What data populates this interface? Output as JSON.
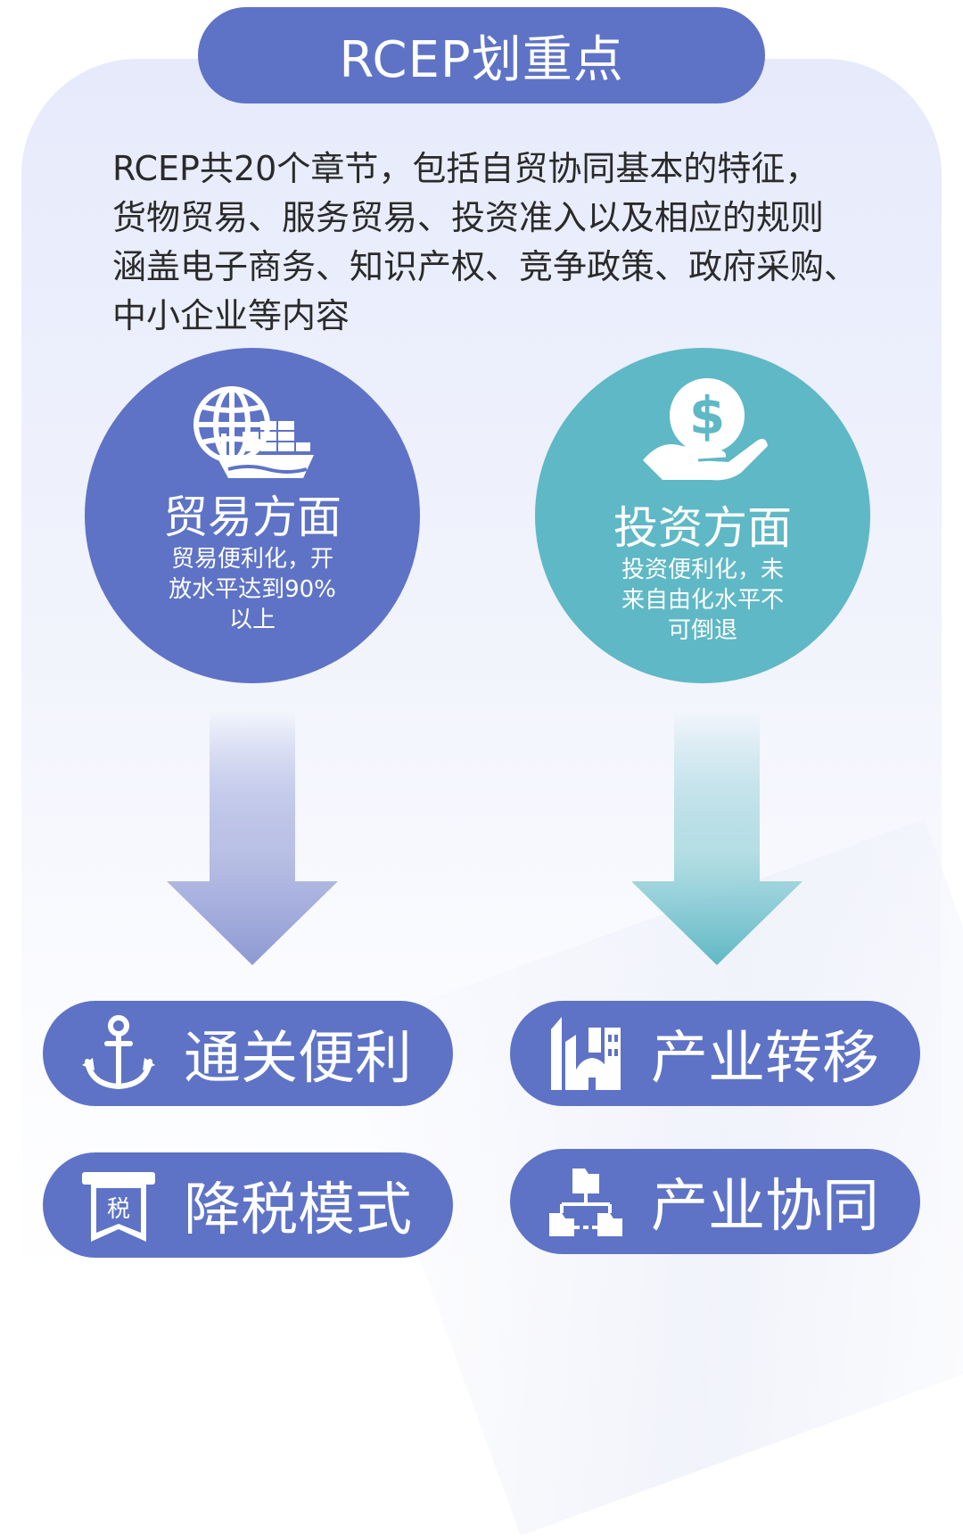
{
  "title": "RCEP划重点",
  "intro_lines": [
    "RCEP共20个章节，包括自贸协同基本的特征，",
    "货物贸易、服务贸易、投资准入以及相应的规则",
    "涵盖电子商务、知识产权、竞争政策、政府采购、",
    "中小企业等内容"
  ],
  "trade": {
    "title": "贸易方面",
    "desc_lines": [
      "贸易便利化，开",
      "放水平达到90%",
      "以上"
    ]
  },
  "investment": {
    "title": "投资方面",
    "desc_lines": [
      "投资便利化，未",
      "来自由化水平不",
      "可倒退"
    ]
  },
  "results": {
    "customs": "通关便利",
    "tax": "降税模式",
    "tax_icon_text": "税",
    "industry_transfer": "产业转移",
    "industry_coop": "产业协同"
  },
  "colors": {
    "primary": "#5e73c6",
    "teal": "#5fb8c5",
    "text": "#2a2a2a"
  }
}
